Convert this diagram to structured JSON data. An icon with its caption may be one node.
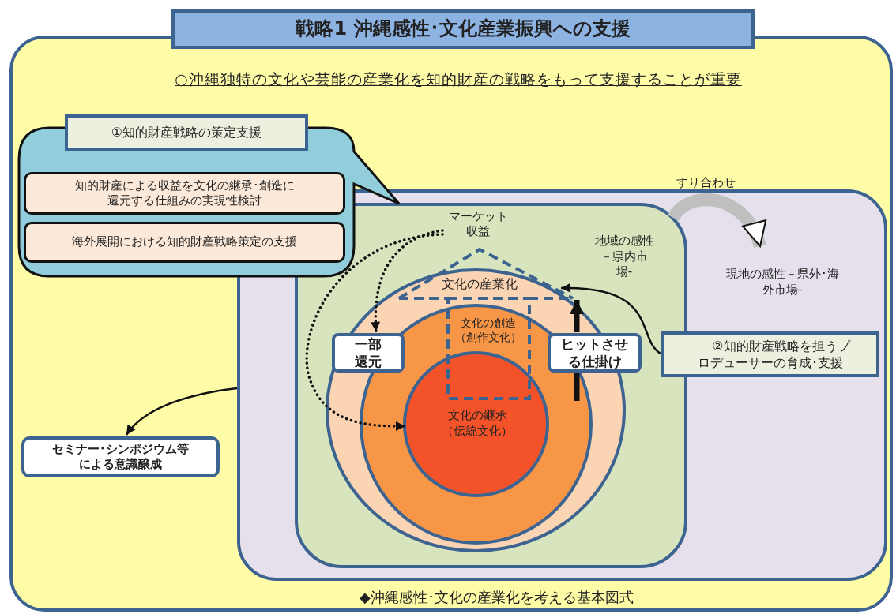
{
  "diagram": {
    "title": "戦略1 沖縄感性･文化産業振興への支援",
    "caption": "◆沖縄感性･文化の産業化を考える基本図式",
    "nodes": [
      {
        "text": [
          "○沖縄独特の文化や芸能の産業化を知的財産の戦略をもって支援することが重要"
        ]
      },
      {
        "text": [
          "①知的財産戦略の策定支援"
        ],
        "in": 0
      },
      {
        "text": [
          "知的財産による収益を文化の継承･創造に還元する仕組みの実現性検討"
        ],
        "in": 1
      },
      {
        "text": [
          "海外展開における知的財産戦略策定の支援"
        ],
        "in": 1
      },
      {
        "text": [
          "現地の感性－県外･海外市場-"
        ],
        "in": 0
      },
      {
        "text": [
          "地域の感性－県内市場-"
        ],
        "in": 4
      },
      {
        "text": [
          "文化の産業化"
        ],
        "in": 5
      },
      {
        "text": [
          "文化の創造（創作文化）"
        ],
        "in": 6
      },
      {
        "text": [
          "文化の継承（伝統文化）"
        ],
        "in": 7
      },
      {
        "text": [
          "マーケット収益"
        ],
        "in": 5
      },
      {
        "text": [
          "一部還元"
        ],
        "in": 6
      },
      {
        "text": [
          "ヒットさせる仕掛け"
        ],
        "in": 5
      },
      {
        "text": [
          "②知的財産戦略を担うプロデューサーの育成･支援"
        ],
        "in": 4
      },
      {
        "text": [
          "セミナー･シンポジウム等による意識醸成"
        ],
        "in": 0
      }
    ],
    "edges": [
      {
        "from": 9,
        "to": 10,
        "arrow": "to",
        "style": "dashed"
      },
      {
        "from": 9,
        "to": 8,
        "arrow": "to",
        "style": "dashed"
      },
      {
        "from": 7,
        "to": 11,
        "arrow": "none",
        "style": "thick"
      },
      {
        "from": 11,
        "to": 6,
        "arrow": "to",
        "style": "thick"
      },
      {
        "from": 12,
        "to": 6,
        "arrow": "to"
      },
      {
        "from": 4,
        "to": 13,
        "arrow": "to"
      },
      {
        "from": 5,
        "to": 4,
        "arrow": "to",
        "label": "すり合わせ",
        "style": "thick",
        "color": "#bfbfbf"
      }
    ]
  }
}
